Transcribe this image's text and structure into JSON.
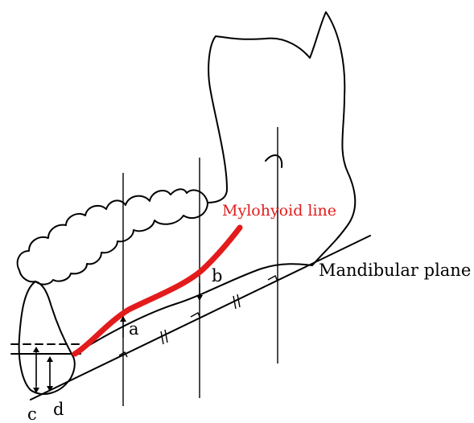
{
  "labels": {
    "mylohyoid_line": "Mylohyoid line",
    "mandibular_plane": "Mandibular plane",
    "a": "a",
    "b": "b",
    "c": "c",
    "d": "d"
  },
  "colors": {
    "mylohyoid": "#e31b1b",
    "outline": "#000000"
  }
}
